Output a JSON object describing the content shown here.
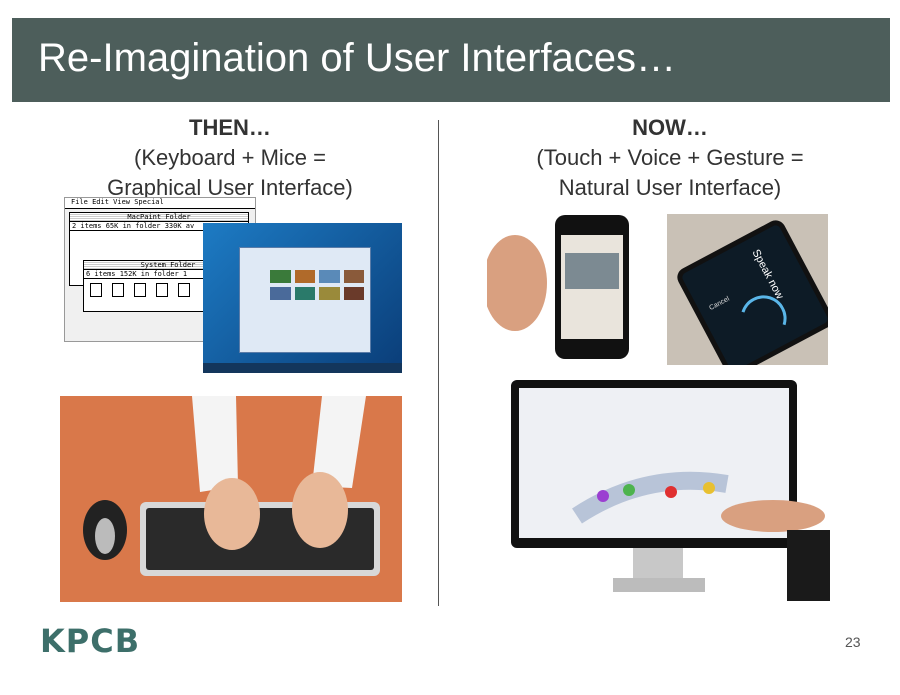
{
  "slide": {
    "title": "Re-Imagination of User Interfaces…",
    "page_number": "23",
    "logo": "KPCB"
  },
  "then": {
    "heading": "THEN…",
    "line1": "(Keyboard + Mice =",
    "line2": "Graphical User Interface)"
  },
  "now": {
    "heading": "NOW…",
    "line1": "(Touch + Voice + Gesture =",
    "line2": "Natural User Interface)"
  },
  "mac_screen": {
    "menu": "File  Edit  View  Special",
    "window1_title": "MacPaint Folder",
    "window1_info": "2 items        65K in folder        330K av",
    "window2_title": "System Folder",
    "window2_info": "6 items        152K in folder        1"
  },
  "phone_voice": {
    "speak_now": "Speak now",
    "cancel": "Cancel"
  },
  "colors": {
    "title_bar": "#4d5e5b",
    "logo": "#3d6f6a"
  }
}
